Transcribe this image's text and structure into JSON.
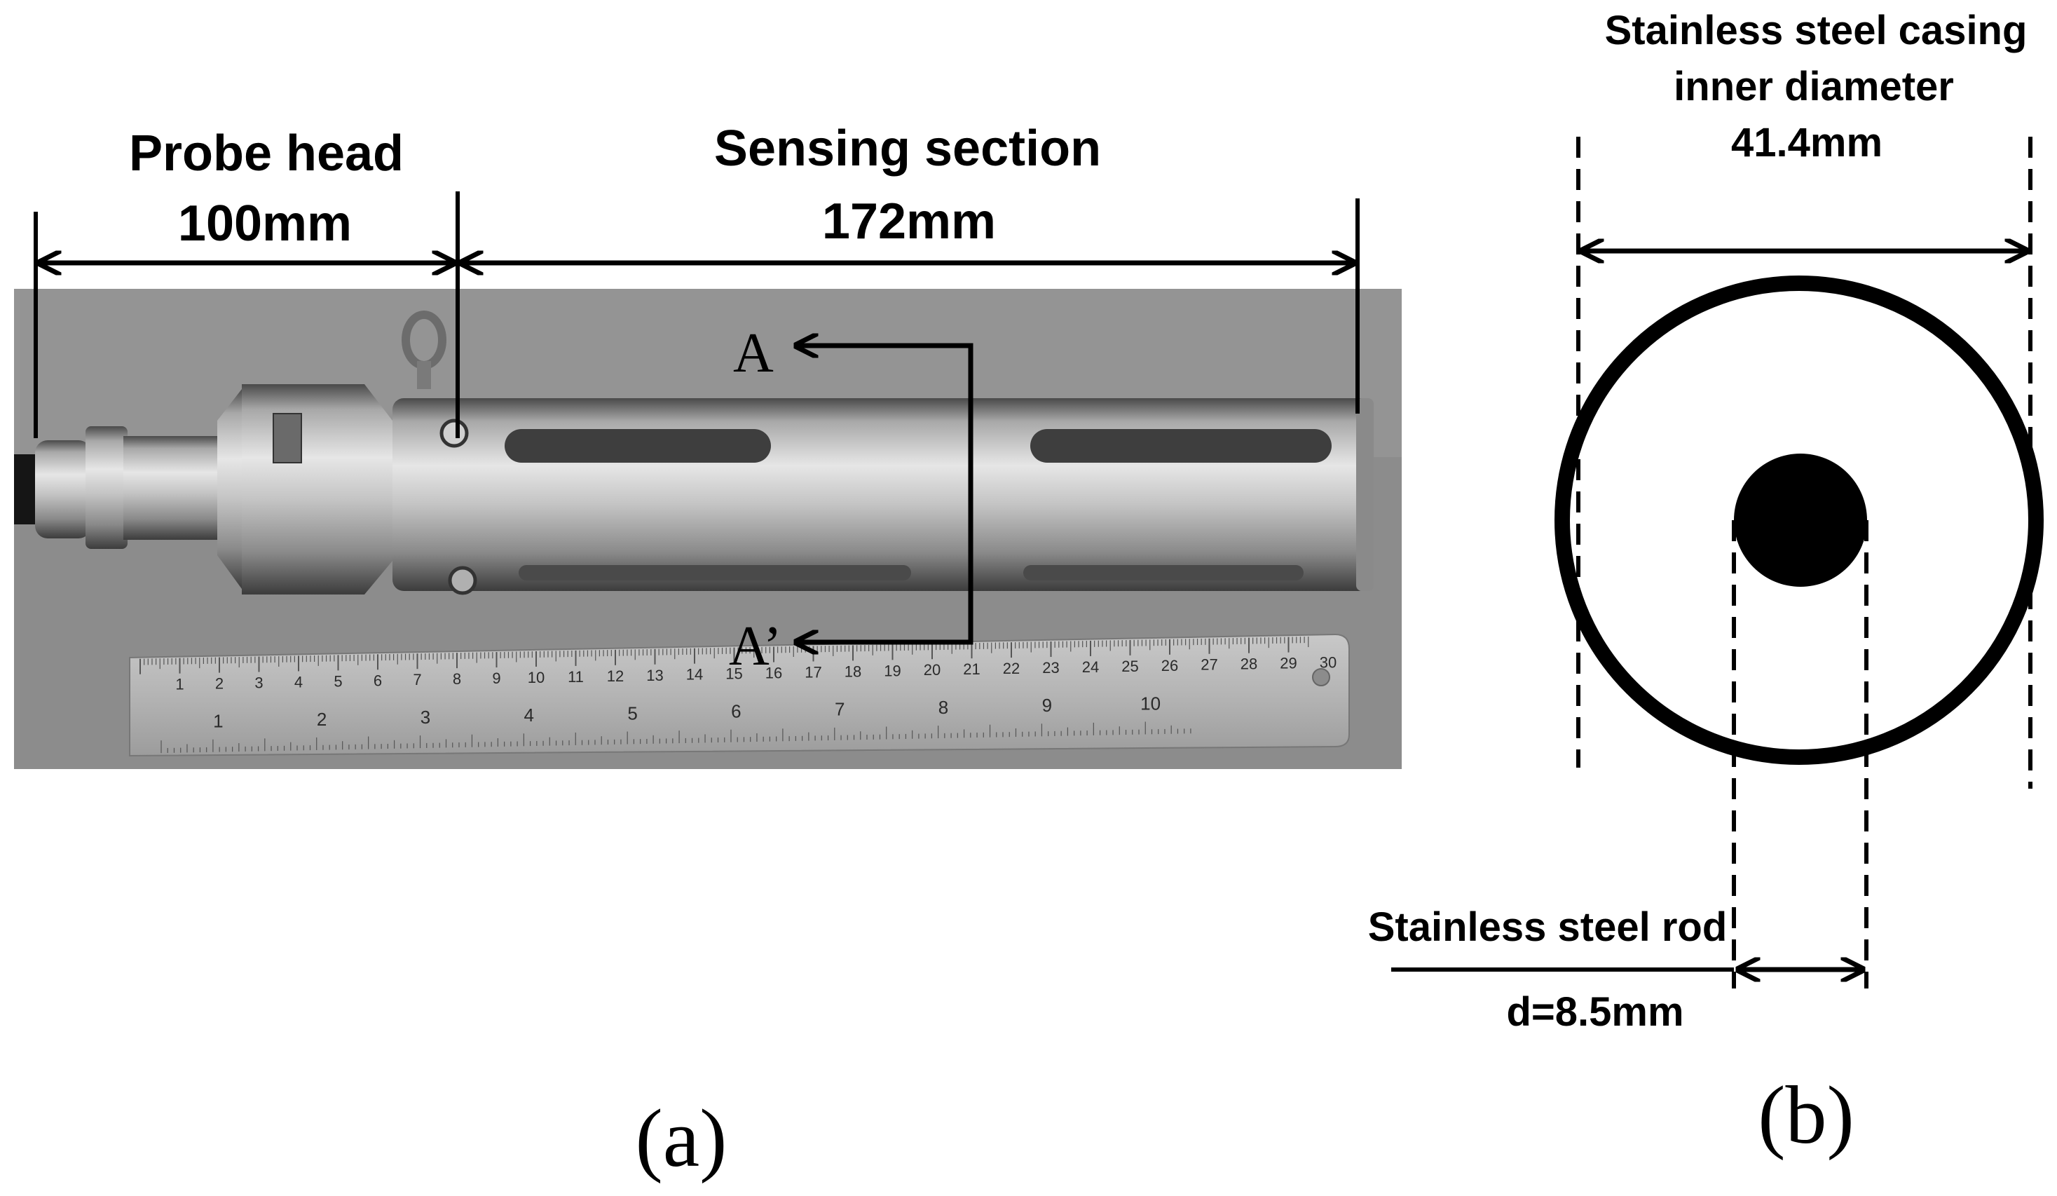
{
  "panel_a": {
    "probe_head": {
      "label": "Probe head",
      "length": "100mm"
    },
    "sensing_section": {
      "label": "Sensing section",
      "length": "172mm"
    },
    "section_marks": {
      "top": "A",
      "bottom": "A’"
    },
    "ruler": {
      "cm_labels": [
        "1",
        "2",
        "3",
        "4",
        "5",
        "6",
        "7",
        "8",
        "9",
        "10",
        "11",
        "12",
        "13",
        "14",
        "15",
        "16",
        "17",
        "18",
        "19",
        "20",
        "21",
        "22",
        "23",
        "24",
        "25",
        "26",
        "27",
        "28",
        "29",
        "30"
      ],
      "inch_labels": [
        "1",
        "2",
        "3",
        "4",
        "5",
        "6",
        "7",
        "8",
        "9",
        "10"
      ]
    },
    "caption": "(a)"
  },
  "panel_b": {
    "casing": {
      "line1": "Stainless steel casing",
      "line2": "inner diameter",
      "value": "41.4mm"
    },
    "rod": {
      "label": "Stainless steel rod",
      "value": "d=8.5mm"
    },
    "caption": "(b)"
  },
  "colors": {
    "ink": "#000000",
    "photo_background": "#8c8c8c",
    "steel": "#b5b5b5"
  }
}
